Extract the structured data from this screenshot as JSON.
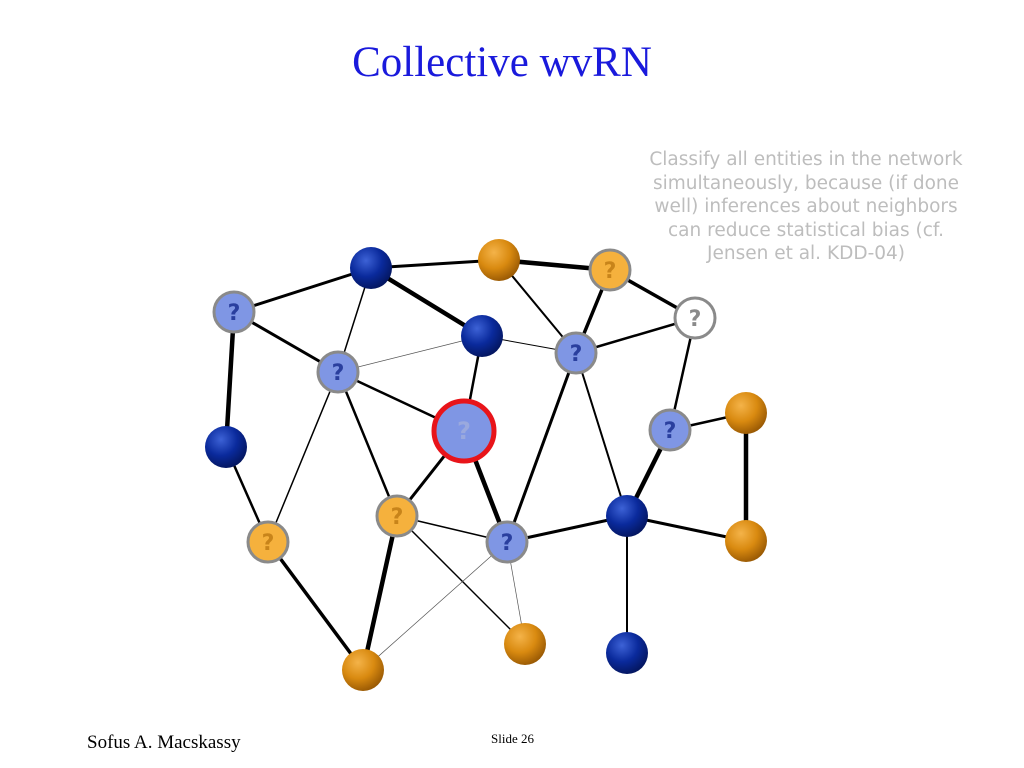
{
  "title": "Collective wvRN",
  "note_lines": [
    "Classify all entities in the network",
    "simultaneously, because (if done",
    "well) inferences about neighbors",
    "can reduce statistical bias (cf.",
    "Jensen et al. KDD-04)"
  ],
  "footer": {
    "author": "Sofus A. Macskassy",
    "slide": "Slide 26"
  },
  "unknown_mark": "?",
  "colors": {
    "title": "#1a1adc",
    "known_blue": "#0a2a9c",
    "known_orange": "#d98a10",
    "unknown_blue_fill": "#7f96e4",
    "unknown_orange_fill": "#f5b13d",
    "unknown_border": "#8a8a8a",
    "focus_border": "#e8141a"
  },
  "network": {
    "nodes": [
      {
        "id": "a",
        "kind": "known",
        "cls": "blue"
      },
      {
        "id": "b",
        "kind": "known",
        "cls": "orange"
      },
      {
        "id": "c",
        "kind": "unknown",
        "cls": "orange"
      },
      {
        "id": "d",
        "kind": "unknown",
        "cls": "blue"
      },
      {
        "id": "e",
        "kind": "known",
        "cls": "blue"
      },
      {
        "id": "f",
        "kind": "unknown",
        "cls": "blue"
      },
      {
        "id": "g",
        "kind": "unknown",
        "cls": "none"
      },
      {
        "id": "h",
        "kind": "unknown",
        "cls": "blue"
      },
      {
        "id": "i",
        "kind": "focus",
        "cls": "blue"
      },
      {
        "id": "j",
        "kind": "unknown",
        "cls": "blue"
      },
      {
        "id": "k",
        "kind": "known",
        "cls": "orange"
      },
      {
        "id": "l",
        "kind": "known",
        "cls": "blue"
      },
      {
        "id": "m",
        "kind": "unknown",
        "cls": "orange"
      },
      {
        "id": "n",
        "kind": "unknown",
        "cls": "orange"
      },
      {
        "id": "o",
        "kind": "unknown",
        "cls": "blue"
      },
      {
        "id": "p",
        "kind": "known",
        "cls": "blue"
      },
      {
        "id": "q",
        "kind": "known",
        "cls": "orange"
      },
      {
        "id": "r",
        "kind": "known",
        "cls": "orange"
      },
      {
        "id": "s",
        "kind": "known",
        "cls": "orange"
      },
      {
        "id": "t",
        "kind": "known",
        "cls": "blue"
      }
    ],
    "edges": [
      {
        "from": "a",
        "to": "b",
        "weight": 3
      },
      {
        "from": "a",
        "to": "d",
        "weight": 3
      },
      {
        "from": "a",
        "to": "h",
        "weight": 1.5
      },
      {
        "from": "a",
        "to": "e",
        "weight": 4.5
      },
      {
        "from": "b",
        "to": "c",
        "weight": 4.5
      },
      {
        "from": "b",
        "to": "f",
        "weight": 2
      },
      {
        "from": "c",
        "to": "g",
        "weight": 3.5
      },
      {
        "from": "c",
        "to": "f",
        "weight": 3.5
      },
      {
        "from": "d",
        "to": "l",
        "weight": 4.5
      },
      {
        "from": "d",
        "to": "h",
        "weight": 3
      },
      {
        "from": "h",
        "to": "e",
        "weight": 0.7
      },
      {
        "from": "e",
        "to": "f",
        "weight": 1
      },
      {
        "from": "e",
        "to": "i",
        "weight": 2.5
      },
      {
        "from": "h",
        "to": "i",
        "weight": 2.5
      },
      {
        "from": "h",
        "to": "m",
        "weight": 1.5
      },
      {
        "from": "h",
        "to": "n",
        "weight": 2.5
      },
      {
        "from": "f",
        "to": "g",
        "weight": 2.5
      },
      {
        "from": "f",
        "to": "o",
        "weight": 3
      },
      {
        "from": "f",
        "to": "p",
        "weight": 2
      },
      {
        "from": "g",
        "to": "j",
        "weight": 2.5
      },
      {
        "from": "i",
        "to": "n",
        "weight": 3
      },
      {
        "from": "i",
        "to": "o",
        "weight": 4.5
      },
      {
        "from": "j",
        "to": "k",
        "weight": 2.5
      },
      {
        "from": "j",
        "to": "p",
        "weight": 4.5
      },
      {
        "from": "k",
        "to": "r",
        "weight": 4.5
      },
      {
        "from": "l",
        "to": "m",
        "weight": 2.5
      },
      {
        "from": "m",
        "to": "q",
        "weight": 3.5
      },
      {
        "from": "n",
        "to": "q",
        "weight": 4.5
      },
      {
        "from": "n",
        "to": "o",
        "weight": 1.5
      },
      {
        "from": "n",
        "to": "s",
        "weight": 1.5
      },
      {
        "from": "o",
        "to": "q",
        "weight": 0.7
      },
      {
        "from": "o",
        "to": "s",
        "weight": 0.7
      },
      {
        "from": "o",
        "to": "p",
        "weight": 3
      },
      {
        "from": "p",
        "to": "r",
        "weight": 3
      },
      {
        "from": "p",
        "to": "t",
        "weight": 2
      }
    ]
  }
}
